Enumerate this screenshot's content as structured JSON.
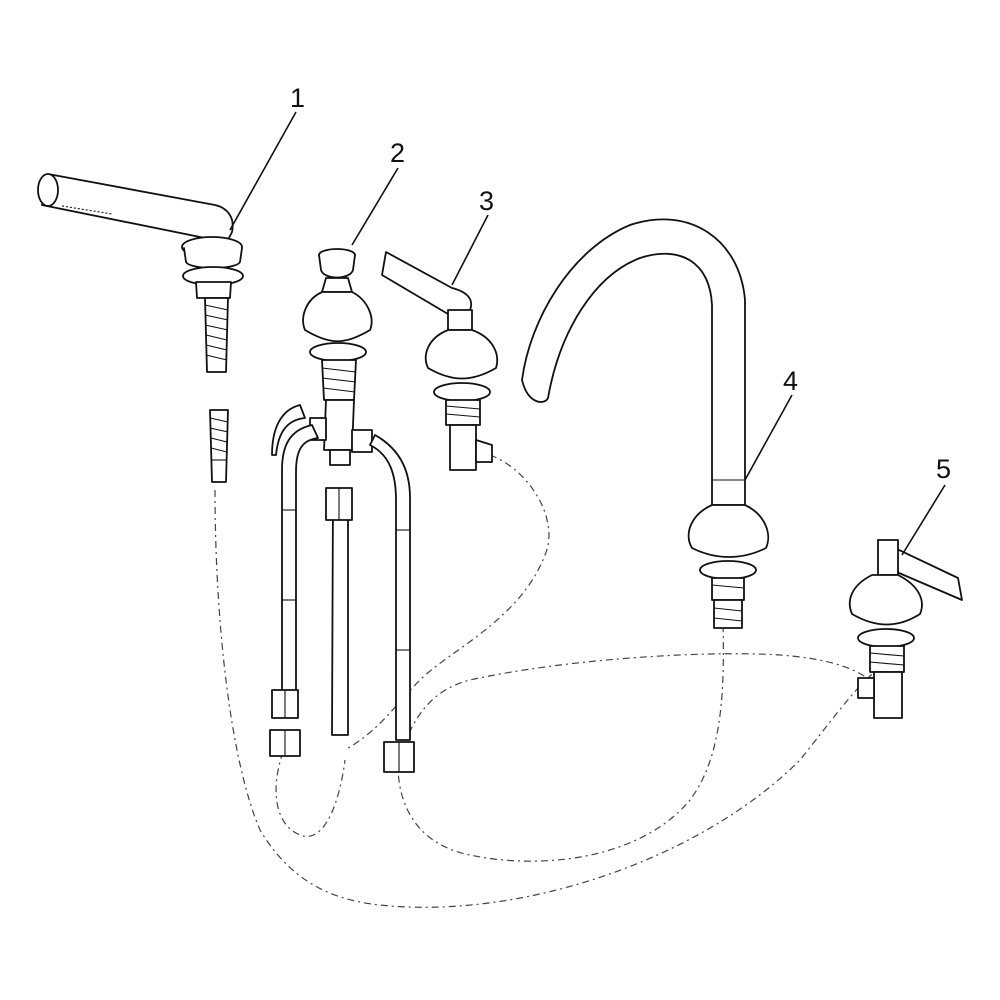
{
  "callouts": [
    {
      "label": "1"
    },
    {
      "label": "2"
    },
    {
      "label": "3"
    },
    {
      "label": "4"
    },
    {
      "label": "5"
    }
  ],
  "colors": {
    "line": "#111111",
    "fill": "#ffffff",
    "hose": "#444444"
  }
}
